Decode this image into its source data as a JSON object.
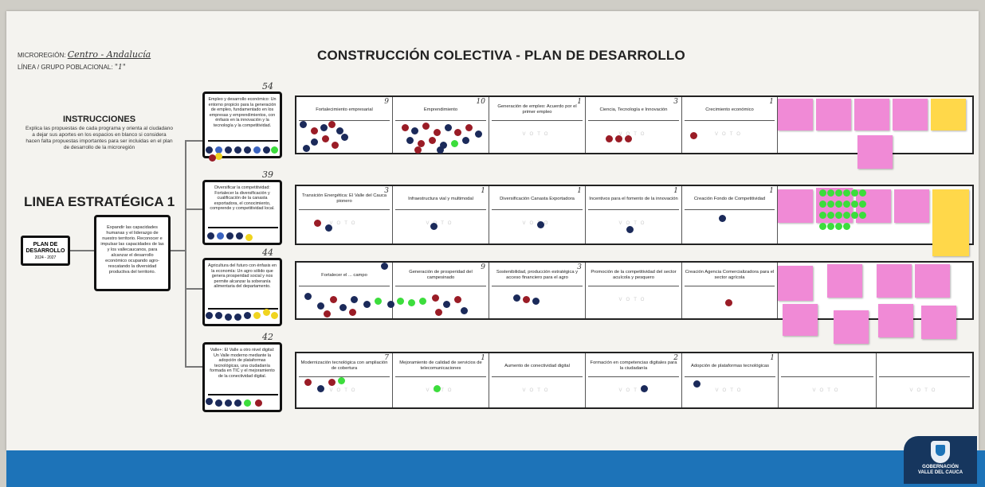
{
  "header": {
    "microregion_label": "MICROREGIÓN:",
    "microregion_value": "Centro - Andalucía",
    "linea_label": "LÍNEA / GRUPO POBLACIONAL:",
    "linea_value": "\"1\"",
    "title": "CONSTRUCCIÓN COLECTIVA - PLAN DE DESARROLLO"
  },
  "instructions": {
    "heading": "INSTRUCCIONES",
    "body": "Explica las propuestas de cada programa y orienta al ciudadano a dejar sus aportes en los espacios en blanco si considera hacen falta propuestas importantes para ser incluidas en el plan de desarrollo de la microregión"
  },
  "linea_estrategica": "LINEA ESTRATÉGICA 1",
  "plan": {
    "title": "PLAN DE DESARROLLO",
    "years": "2024 - 2027"
  },
  "main_objective": "Expandir las capacidades humanas y el liderazgo de nuestro territorio. Reconocer e impulsar las capacidades de las y los vallecaucanos, para alcanzar el desarrollo económico ocupando agro-rescatando la diversidad productiva del territorio.",
  "objectives": [
    {
      "count": "54",
      "text": "Empleo y desarrollo económico: Un entorno propicio para la generación de empleo, fundamentado en los empresas y emprendimientos, con énfasis en la innovación y la tecnología y la competitividad."
    },
    {
      "count": "39",
      "text": "Diversificar la competitividad: Fortalecer la diversificación y cualificación de la canasta exportadora, el conocimiento, comprende y competitividad local."
    },
    {
      "count": "44",
      "text": "Agricultura del futuro con énfasis en la economía: Un agro sólido que genera prosperidad social y nos permite alcanzar la soberanía alimentaria del departamento."
    },
    {
      "count": "42",
      "text": "Valle+: El Valle a otro nivel digital: Un Valle moderno mediante la adopción de plataformas tecnológicas, una ciudadanía formada en TIC y el mejoramiento de la conectividad digital."
    }
  ],
  "rows": [
    {
      "cells": [
        {
          "label": "Fortalecimiento empresarial",
          "num": "9"
        },
        {
          "label": "Emprendimiento",
          "num": "10"
        },
        {
          "label": "Generación de empleo: Acuerdo por el primer empleo",
          "num": "1"
        },
        {
          "label": "Ciencia, Tecnología e Innovación",
          "num": "3"
        },
        {
          "label": "Crecimiento económico",
          "num": "1"
        }
      ]
    },
    {
      "cells": [
        {
          "label": "Transición Energética: El Valle del Cauca pionero",
          "num": "3"
        },
        {
          "label": "Infraestructura vial y multimodal",
          "num": "1"
        },
        {
          "label": "Diversificación Canasta Exportadora",
          "num": "1"
        },
        {
          "label": "Incentivos para el fomento de la innovación",
          "num": "1"
        },
        {
          "label": "Creación Fondo de Competitividad",
          "num": "1"
        }
      ]
    },
    {
      "cells": [
        {
          "label": "Fortalecer el ... campo",
          "num": ""
        },
        {
          "label": "Generación de prosperidad del campesinado",
          "num": "9"
        },
        {
          "label": "Sostenibilidad, producción estratégica y acceso financiero para el agro",
          "num": "3"
        },
        {
          "label": "Promoción de la competitividad del sector acuícola y pesquero",
          "num": ""
        },
        {
          "label": "Creación Agencia Comercializadora para el sector agrícola",
          "num": ""
        }
      ]
    },
    {
      "cells": [
        {
          "label": "Modernización tecnológica con ampliación de cobertura",
          "num": "7"
        },
        {
          "label": "Mejoramiento de calidad de servicios de telecomunicaciones",
          "num": "1"
        },
        {
          "label": "Aumento de conectividad digital",
          "num": ""
        },
        {
          "label": "Formación en competencias digitales para la ciudadanía",
          "num": "2"
        },
        {
          "label": "Adopción de plataformas tecnológicas",
          "num": "1"
        },
        {
          "label": "",
          "num": ""
        },
        {
          "label": "",
          "num": ""
        }
      ]
    }
  ],
  "vote_word": "VOTO",
  "colors": {
    "navy": "#1b2a5a",
    "red": "#9a1c26",
    "green": "#3cdd3c",
    "yellow": "#f0d41f",
    "sticky_pink": "#f08ad6",
    "sticky_yellow": "#ffd84a",
    "band_blue": "#1d73b8"
  },
  "logo": {
    "line1": "GOBERNACIÓN",
    "line2": "VALLE DEL CAUCA"
  }
}
